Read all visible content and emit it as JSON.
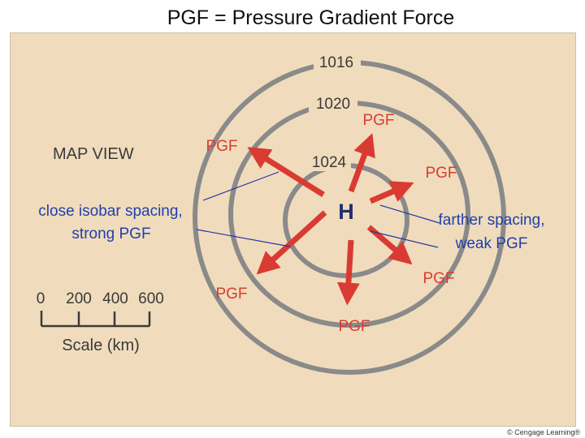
{
  "title": "PGF = Pressure Gradient Force",
  "map_view_label": "MAP VIEW",
  "center_label": "H",
  "isobars": [
    "1016",
    "1020",
    "1024"
  ],
  "arrow_label": "PGF",
  "scale": {
    "ticks": [
      "0",
      "200",
      "400",
      "600"
    ],
    "label": "Scale (km)"
  },
  "annotations": {
    "left": [
      "close isobar spacing,",
      "strong PGF"
    ],
    "right": [
      "farther spacing,",
      "weak PGF"
    ]
  },
  "credit": "© Cengage Learning®",
  "colors": {
    "background": "#f0dcbc",
    "isobar": "#8a8a8a",
    "arrow": "#d93b33",
    "annotation_text": "#1f3fae",
    "annotation_line": "#2335a8",
    "ink": "#3a3a3a"
  }
}
